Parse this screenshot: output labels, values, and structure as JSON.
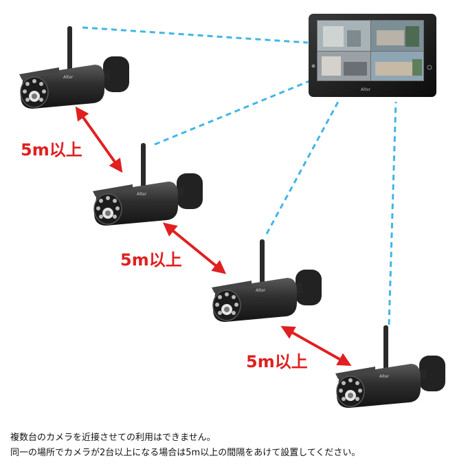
{
  "monitor": {
    "brand": "Alter",
    "name": "wireless-monitor"
  },
  "cameras": [
    {
      "name": "camera-1",
      "brand": "Alter"
    },
    {
      "name": "camera-2",
      "brand": "Alter"
    },
    {
      "name": "camera-3",
      "brand": "Alter"
    },
    {
      "name": "camera-4",
      "brand": "Alter"
    }
  ],
  "distances": [
    {
      "label": "5m以上"
    },
    {
      "label": "5m以上"
    },
    {
      "label": "5m以上"
    }
  ],
  "notes": {
    "line1": "複数台のカメラを近接させての利用はできません。",
    "line2": "同一の場所でカメラが2台以上になる場合は5m以上の間隔をあけて設置してください。"
  },
  "colors": {
    "arrow": "#e02020",
    "link": "#3fb6e6",
    "camera_body": "#2b2b2b"
  }
}
